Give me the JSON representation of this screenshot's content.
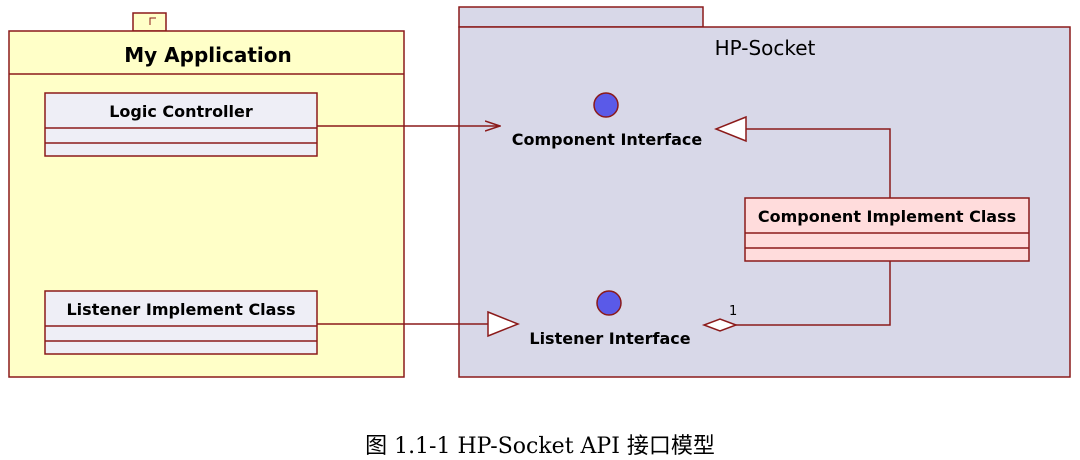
{
  "app_package": {
    "title": "My Application",
    "classes": [
      {
        "name": "Logic Controller"
      },
      {
        "name": "Listener Implement Class"
      }
    ]
  },
  "lib_package": {
    "title": "HP-Socket",
    "interfaces": [
      {
        "name": "Component Interface"
      },
      {
        "name": "Listener Interface"
      }
    ],
    "classes": [
      {
        "name": "Component Implement Class"
      }
    ]
  },
  "association": {
    "multiplicity": "1"
  },
  "caption": "图 1.1-1 HP-Socket API 接口模型",
  "colors": {
    "app_package_fill": "#ffffc8",
    "lib_package_fill": "#d8d8e8",
    "class_fill_app": "#eeeef6",
    "class_fill_impl": "#ffdcdc",
    "interface_circle": "#5a5ae8",
    "line": "#8b1a1a"
  }
}
